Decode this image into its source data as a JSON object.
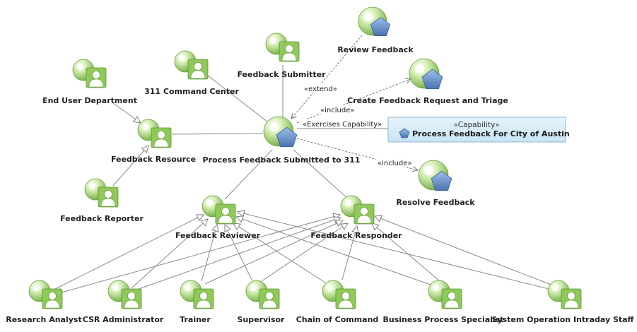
{
  "actors": {
    "end_user_department": "End User Department",
    "command_center_311": "311 Command Center",
    "feedback_submitter": "Feedback Submitter",
    "feedback_resource": "Feedback Resource",
    "feedback_reporter": "Feedback Reporter",
    "feedback_reviewer": "Feedback Reviewer",
    "feedback_responder": "Feedback Responder",
    "research_analyst": "Research Analyst",
    "csr_administrator": "CSR Administrator",
    "trainer": "Trainer",
    "supervisor": "Supervisor",
    "chain_of_command": "Chain of Command",
    "business_process_specialist": "Business Process Specialist",
    "system_operation_intraday_staff": "System Operation Intraday Staff"
  },
  "use_cases": {
    "process_feedback_submitted": "Process Feedback Submitted to 311",
    "review_feedback": "Review Feedback",
    "create_feedback_request": "Create Feedback Request and Triage",
    "resolve_feedback": "Resolve Feedback"
  },
  "relations": {
    "extend": "«extend»",
    "include_create": "«include»",
    "exercises_capability": "«Exercises Capability»",
    "include_resolve": "«include»"
  },
  "capability": {
    "stereotype": "«Capability»",
    "name": "Process Feedback For City of Austin"
  },
  "colors": {
    "actor_green": "#8fc95a",
    "use_case_blue": "#5b86c4",
    "capability_fill": "#d6ecf8",
    "capability_border": "#8fb4d6",
    "line": "#888888"
  }
}
